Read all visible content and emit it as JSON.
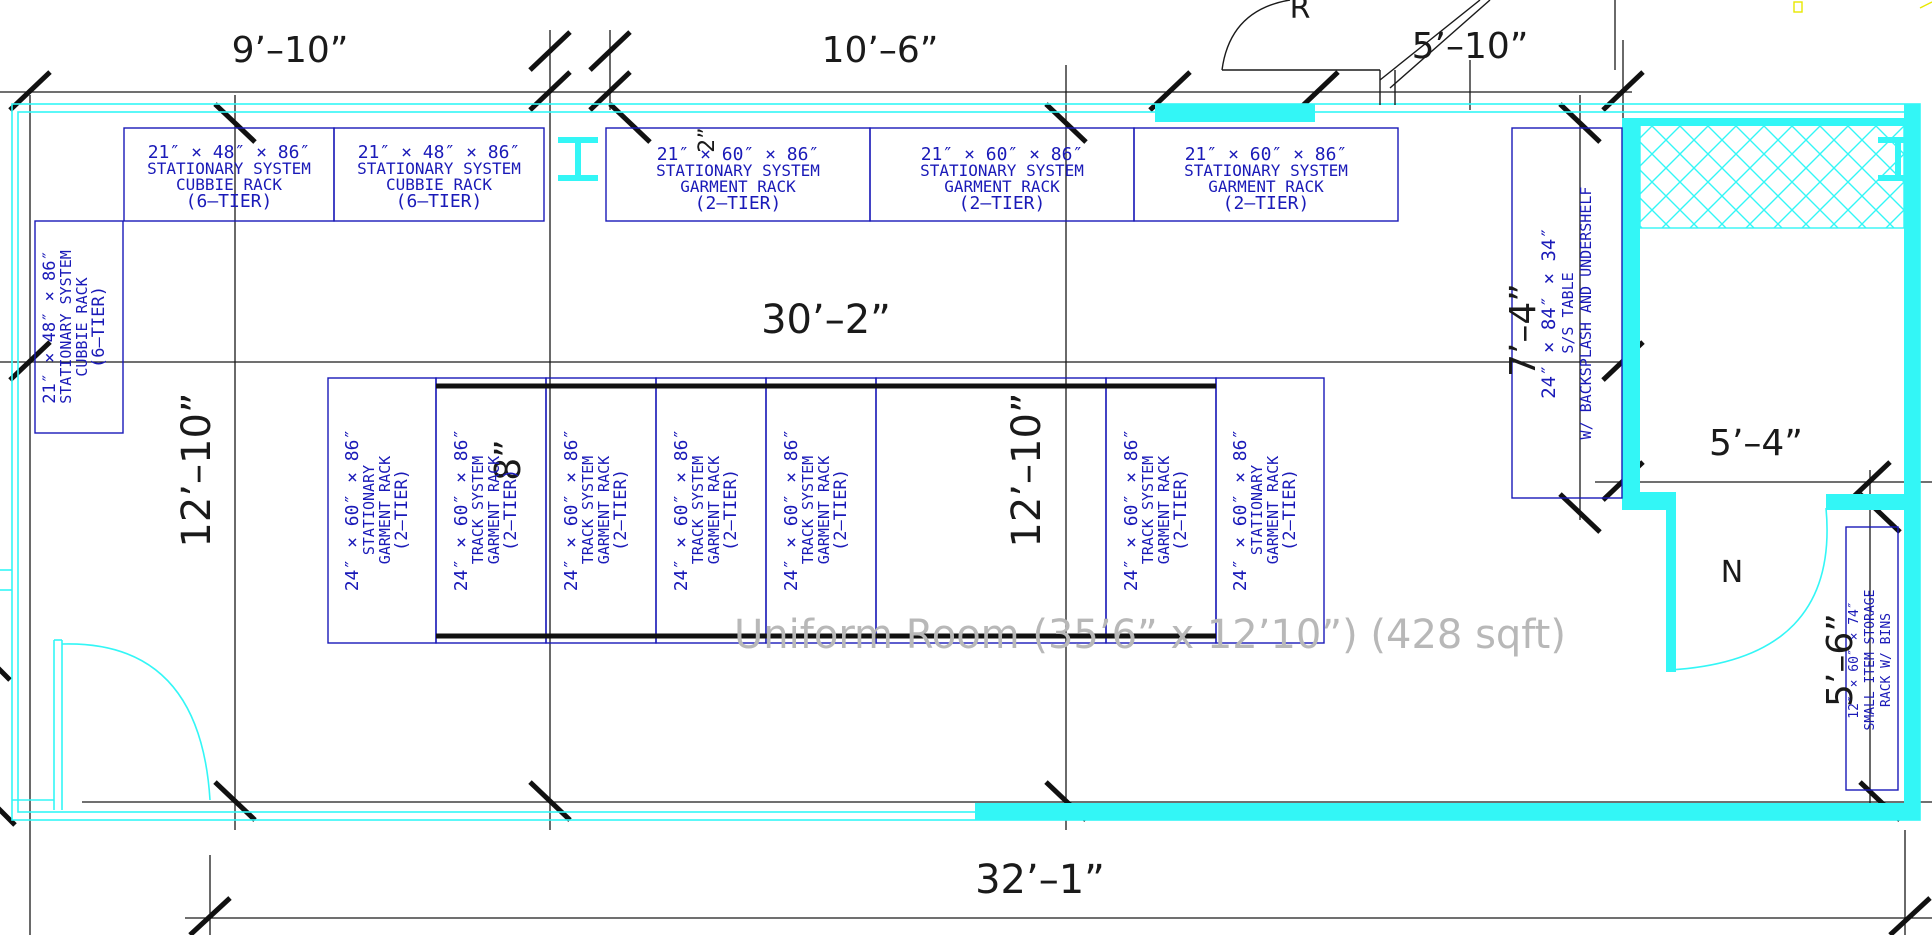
{
  "colors": {
    "wall": "#33f6f6",
    "equipment": "#1a1ab8",
    "dimension": "#1a1a1a",
    "hatch": "#33f6f6",
    "watermark": "#b8b8b8",
    "accent_yellow": "#e8e800"
  },
  "dimensions": {
    "top_left": "9’–10”",
    "top_mid": "10’–6”",
    "top_right": "5’–10”",
    "room_width": "30’–2”",
    "left_height": "12’–10”",
    "mid_height": "12’–10”",
    "right_width": "5’–4”",
    "right_height": "5’–6”",
    "right_depth": "7’–4”",
    "bottom_total": "32’–1”",
    "small_two": "2”",
    "small_eight": "8”"
  },
  "door_labels": {
    "top": "R",
    "right": "N"
  },
  "room_label": "Uniform Room (35’6” x 12’10”) (428 sqft)",
  "equipment": {
    "cubbie_1": [
      "21″ × 48″ × 86″",
      "STATIONARY SYSTEM",
      "CUBBIE RACK",
      "(6–TIER)"
    ],
    "cubbie_2": [
      "21″ × 48″ × 86″",
      "STATIONARY SYSTEM",
      "CUBBIE RACK",
      "(6–TIER)"
    ],
    "garment_1": [
      "21″ × 60″ × 86″",
      "STATIONARY SYSTEM",
      "GARMENT RACK",
      "(2–TIER)"
    ],
    "garment_2": [
      "21″ × 60″ × 86″",
      "STATIONARY SYSTEM",
      "GARMENT RACK",
      "(2–TIER)"
    ],
    "garment_3": [
      "21″ × 60″ × 86″",
      "STATIONARY SYSTEM",
      "GARMENT RACK",
      "(2–TIER)"
    ],
    "left_cubbie": [
      "21″ × 48″ × 86″",
      "STATIONARY SYSTEM",
      "CUBBIE RACK",
      "(6–TIER)"
    ],
    "table": [
      "24″ × 84″ × 34″",
      "S/S TABLE",
      "W/ BACKSPLASH AND UNDERSHELF"
    ],
    "small_storage": [
      "12″ × 60″ × 74″",
      "SMALL ITEM STORAGE",
      "RACK W/ BINS"
    ],
    "center_racks": [
      [
        "24″ × 60″ × 86″",
        "STATIONARY",
        "GARMENT RACK",
        "(2–TIER)"
      ],
      [
        "24″ × 60″ × 86″",
        "TRACK SYSTEM",
        "GARMENT RACK",
        "(2–TIER)"
      ],
      [
        "24″ × 60″ × 86″",
        "TRACK SYSTEM",
        "GARMENT RACK",
        "(2–TIER)"
      ],
      [
        "24″ × 60″ × 86″",
        "TRACK SYSTEM",
        "GARMENT RACK",
        "(2–TIER)"
      ],
      [
        "24″ × 60″ × 86″",
        "TRACK SYSTEM",
        "GARMENT RACK",
        "(2–TIER)"
      ],
      [
        "24″ × 60″ × 86″",
        "TRACK SYSTEM",
        "GARMENT RACK",
        "(2–TIER)"
      ],
      [
        "24″ × 60″ × 86″",
        "STATIONARY",
        "GARMENT RACK",
        "(2–TIER)"
      ]
    ]
  }
}
